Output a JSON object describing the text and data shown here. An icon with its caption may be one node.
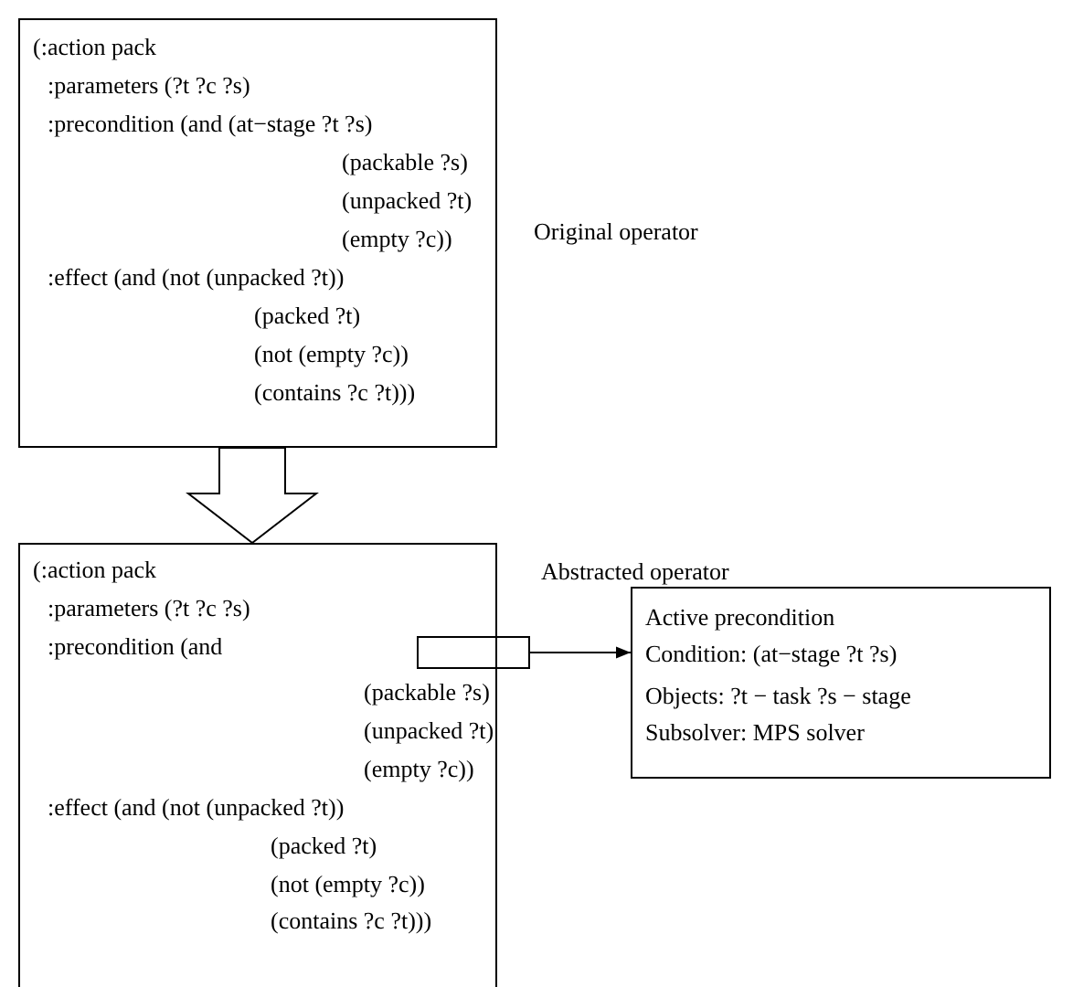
{
  "diagram": {
    "nodes": [
      {
        "text": [
          "(:action pack",
          ":parameters (?t ?c ?s)",
          ":precondition (and (at−stage ?t ?s)",
          "(packable ?s)",
          "(unpacked ?t)",
          "(empty ?c))",
          ":effect (and (not (unpacked ?t))",
          "(packed ?t)",
          "(not (empty ?c))",
          "(contains ?c ?t)))"
        ],
        "beside": [
          "Original operator"
        ]
      },
      {
        "text": [
          "(:action pack",
          ":parameters (?t ?c ?s)",
          ":precondition (and",
          "(packable ?s)",
          "(unpacked ?t)",
          "(empty ?c))",
          ":effect (and (not (unpacked ?t))",
          "(packed ?t)",
          "(not (empty ?c))",
          "(contains ?c ?t)))"
        ]
      },
      {
        "text": [],
        "shape": "box"
      },
      {
        "text": [
          "Active precondition",
          "Condition: (at−stage ?t ?s)",
          "Objects: ?t − task ?s − stage",
          "Subsolver: MPS solver"
        ]
      }
    ],
    "edges": [
      {
        "from": 0,
        "to": 1,
        "arrow": "to",
        "style": "thick"
      },
      {
        "from": 2,
        "to": 3,
        "arrow": "to"
      }
    ],
    "labels": [
      "Abstracted operator"
    ]
  }
}
